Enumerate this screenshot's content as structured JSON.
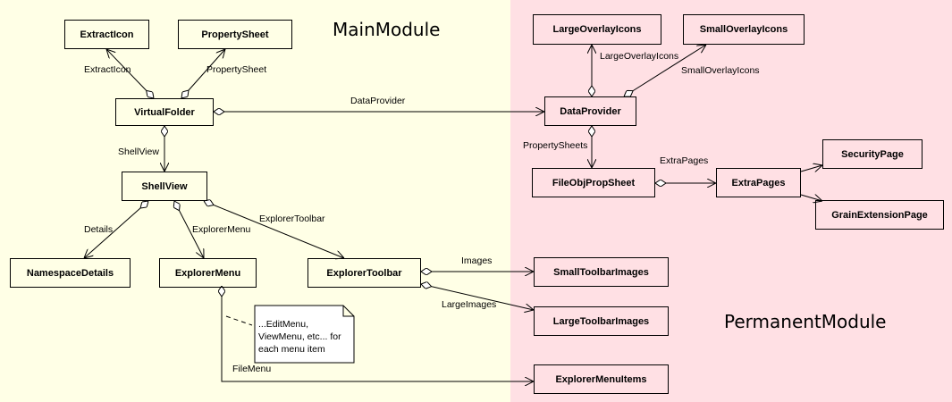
{
  "modules": {
    "main": "MainModule",
    "permanent": "PermanentModule"
  },
  "nodes": {
    "extract_icon": "ExtractIcon",
    "property_sheet": "PropertySheet",
    "virtual_folder": "VirtualFolder",
    "shell_view": "ShellView",
    "namespace_details": "NamespaceDetails",
    "explorer_menu": "ExplorerMenu",
    "explorer_toolbar": "ExplorerToolbar",
    "large_overlay_icons": "LargeOverlayIcons",
    "small_overlay_icons": "SmallOverlayIcons",
    "data_provider": "DataProvider",
    "file_obj_prop_sheet": "FileObjPropSheet",
    "extra_pages": "ExtraPages",
    "security_page": "SecurityPage",
    "grain_extension_page": "GrainExtensionPage",
    "small_toolbar_images": "SmallToolbarImages",
    "large_toolbar_images": "LargeToolbarImages",
    "explorer_menu_items": "ExplorerMenuItems"
  },
  "edge_labels": {
    "extract_icon": "ExtractIcon",
    "property_sheet": "PropertySheet",
    "data_provider": "DataProvider",
    "shell_view": "ShellView",
    "details": "Details",
    "explorer_menu": "ExplorerMenu",
    "explorer_toolbar": "ExplorerToolbar",
    "large_overlay_icons": "LargeOverlayIcons",
    "small_overlay_icons": "SmallOverlayIcons",
    "property_sheets": "PropertySheets",
    "extra_pages": "ExtraPages",
    "images": "Images",
    "large_images": "LargeImages",
    "file_menu": "FileMenu"
  },
  "note": {
    "line1": "...EditMenu,",
    "line2": "ViewMenu, etc... for",
    "line3": "each menu item"
  }
}
